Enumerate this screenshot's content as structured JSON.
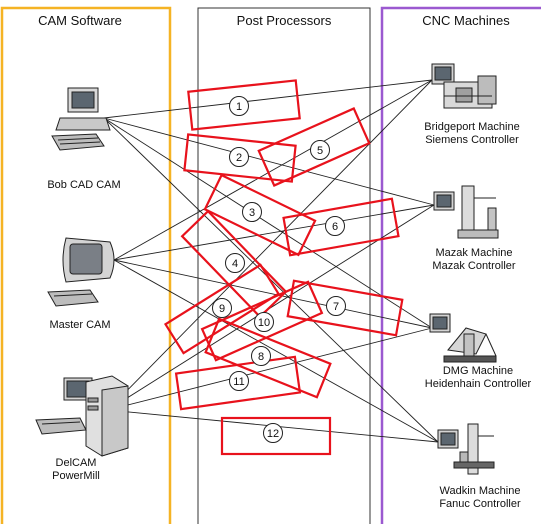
{
  "columns": {
    "cam": {
      "title": "CAM Software",
      "color": "#f5b324"
    },
    "post": {
      "title": "Post Processors",
      "color": "#333333"
    },
    "cnc": {
      "title": "CNC Machines",
      "color": "#9b59d0"
    }
  },
  "cam_software": [
    {
      "id": "bobcad",
      "label": "Bob CAD CAM",
      "icon": "desktop-computer-icon"
    },
    {
      "id": "mastercam",
      "label": "Master CAM",
      "icon": "crt-monitor-icon"
    },
    {
      "id": "delcam",
      "label_lines": [
        "DelCAM",
        "PowerMill"
      ],
      "icon": "tower-pc-icon"
    }
  ],
  "machines": [
    {
      "id": "bridgeport",
      "label_lines": [
        "Bridgeport Machine",
        "Siemens Controller"
      ],
      "icon": "mill-machine-icon"
    },
    {
      "id": "mazak",
      "label_lines": [
        "Mazak Machine",
        "Mazak Controller"
      ],
      "icon": "lathe-machine-icon"
    },
    {
      "id": "dmg",
      "label_lines": [
        "DMG Machine",
        "Heidenhain Controller"
      ],
      "icon": "robot-arm-machine-icon"
    },
    {
      "id": "wadkin",
      "label_lines": [
        "Wadkin Machine",
        "Fanuc Controller"
      ],
      "icon": "router-machine-icon"
    }
  ],
  "post_processors": [
    {
      "number": "1",
      "from": "bobcad",
      "to": "bridgeport"
    },
    {
      "number": "2",
      "from": "bobcad",
      "to": "mazak"
    },
    {
      "number": "3",
      "from": "bobcad",
      "to": "dmg"
    },
    {
      "number": "4",
      "from": "bobcad",
      "to": "wadkin"
    },
    {
      "number": "5",
      "from": "mastercam",
      "to": "bridgeport"
    },
    {
      "number": "6",
      "from": "mastercam",
      "to": "mazak"
    },
    {
      "number": "7",
      "from": "mastercam",
      "to": "dmg"
    },
    {
      "number": "8",
      "from": "mastercam",
      "to": "wadkin"
    },
    {
      "number": "9",
      "from": "delcam",
      "to": "bridgeport"
    },
    {
      "number": "10",
      "from": "delcam",
      "to": "mazak"
    },
    {
      "number": "11",
      "from": "delcam",
      "to": "dmg"
    },
    {
      "number": "12",
      "from": "delcam",
      "to": "wadkin"
    }
  ],
  "highlight_color": "#e8121c"
}
